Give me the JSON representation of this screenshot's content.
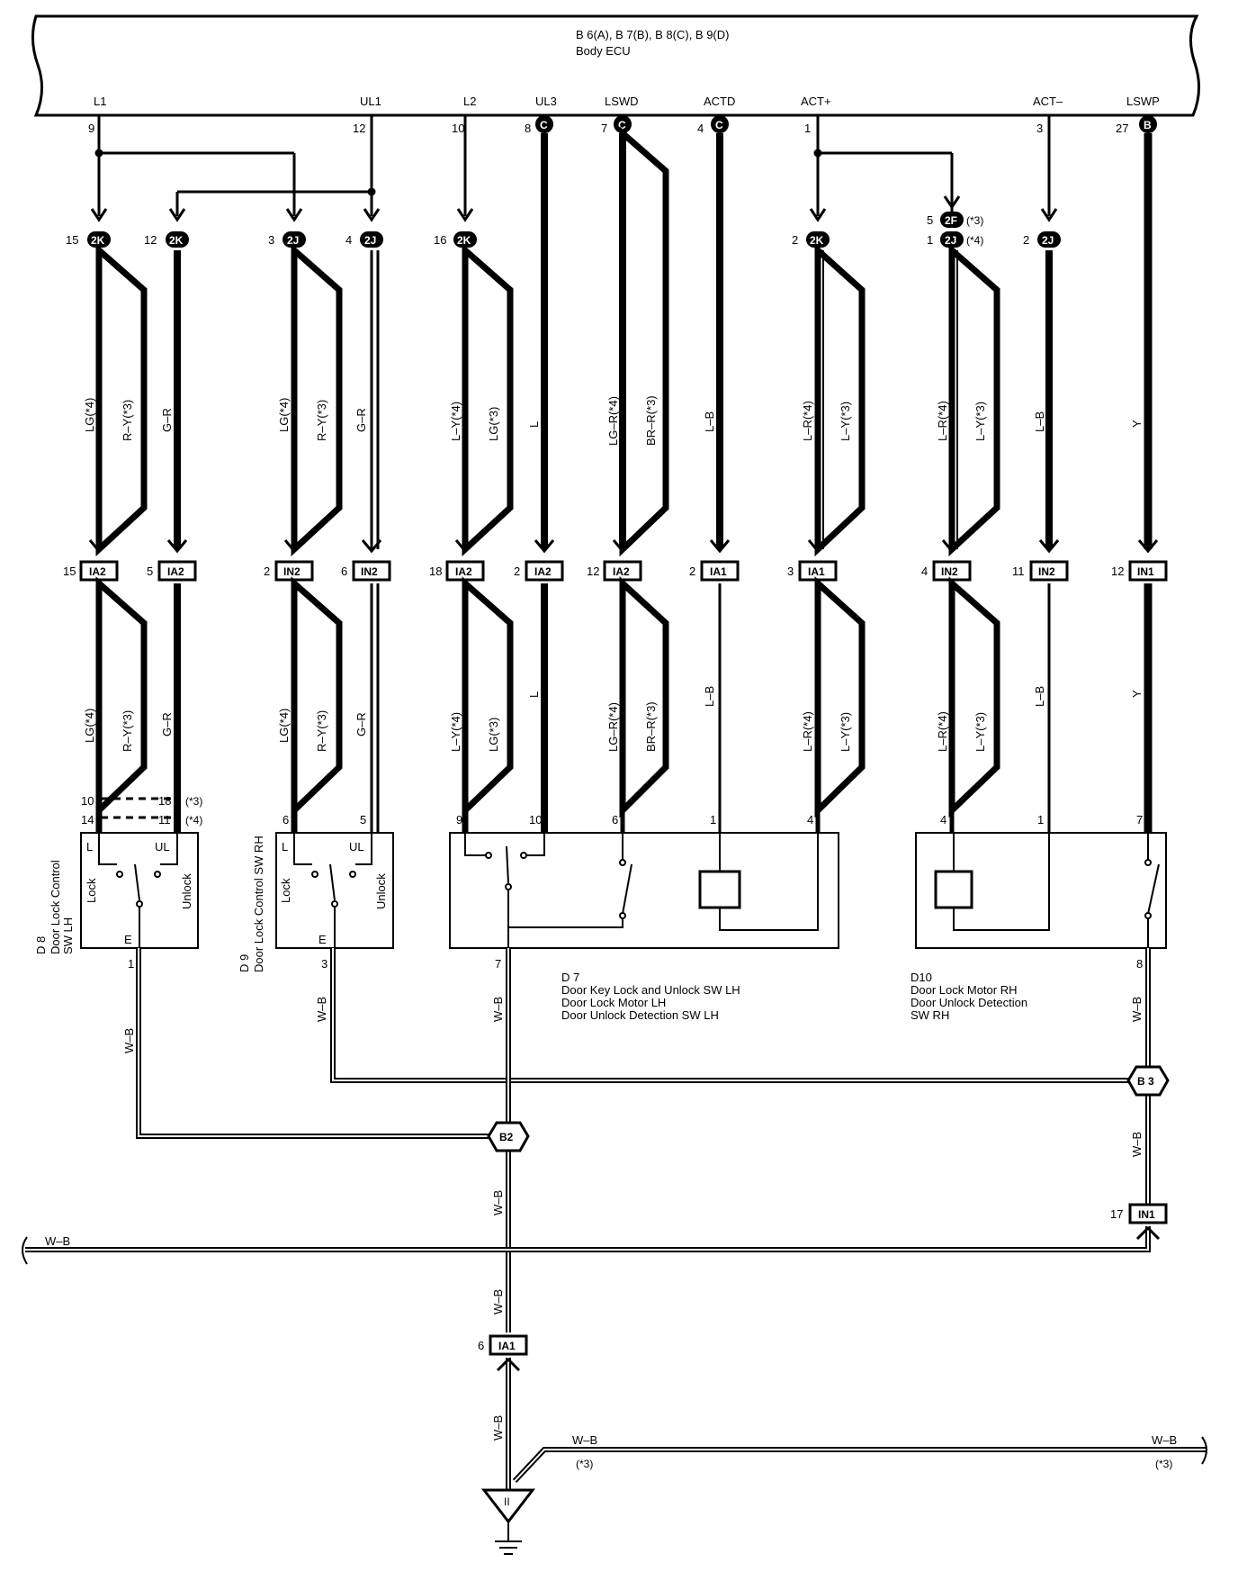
{
  "ecu": {
    "connectors": "B 6(A), B 7(B), B 8(C), B 9(D)",
    "name": "Body ECU",
    "terminals": [
      {
        "label": "L1",
        "pin": "9",
        "conn": ""
      },
      {
        "label": "UL1",
        "pin": "12",
        "conn": ""
      },
      {
        "label": "L2",
        "pin": "10",
        "conn": ""
      },
      {
        "label": "UL3",
        "pin": "8",
        "conn": "C"
      },
      {
        "label": "LSWD",
        "pin": "7",
        "conn": "C"
      },
      {
        "label": "ACTD",
        "pin": "4",
        "conn": "C"
      },
      {
        "label": "ACT+",
        "pin": "1",
        "conn": ""
      },
      {
        "label": "ACT–",
        "pin": "3",
        "conn": ""
      },
      {
        "label": "LSWP",
        "pin": "27",
        "conn": "B"
      }
    ]
  },
  "junctions_top": [
    {
      "pin": "15",
      "id": "2K"
    },
    {
      "pin": "12",
      "id": "2K"
    },
    {
      "pin": "3",
      "id": "2J"
    },
    {
      "pin": "4",
      "id": "2J"
    },
    {
      "pin": "16",
      "id": "2K"
    },
    {
      "pin": "2",
      "id": "2K"
    },
    {
      "pin": "5",
      "id": "2F",
      "note": "(*3)"
    },
    {
      "pin": "1",
      "id": "2J",
      "note": "(*4)"
    },
    {
      "pin": "2",
      "id": "2J"
    }
  ],
  "wire_colors_upper": [
    "LG(*4)",
    "R–Y(*3)",
    "G–R",
    "LG(*4)",
    "R–Y(*3)",
    "G–R",
    "L–Y(*4)",
    "LG(*3)",
    "L",
    "LG–R(*4)",
    "BR–R(*3)",
    "L–B",
    "L–R(*4)",
    "L–Y(*3)",
    "L–R(*4)",
    "L–Y(*3)",
    "L–B",
    "Y"
  ],
  "wire_colors_lower": [
    "LG(*4)",
    "R–Y(*3)",
    "G–R",
    "LG(*4)",
    "R–Y(*3)",
    "G–R",
    "L–Y(*4)",
    "LG(*3)",
    "L",
    "LG–R(*4)",
    "BR–R(*3)",
    "L–B",
    "L–R(*4)",
    "L–Y(*3)",
    "L–R(*4)",
    "L–Y(*3)",
    "L–B",
    "Y"
  ],
  "mid_connectors": [
    {
      "pin": "15",
      "id": "IA2"
    },
    {
      "pin": "5",
      "id": "IA2"
    },
    {
      "pin": "2",
      "id": "IN2"
    },
    {
      "pin": "6",
      "id": "IN2"
    },
    {
      "pin": "18",
      "id": "IA2"
    },
    {
      "pin": "2",
      "id": "IA2"
    },
    {
      "pin": "12",
      "id": "IA2"
    },
    {
      "pin": "2",
      "id": "IA1"
    },
    {
      "pin": "3",
      "id": "IA1"
    },
    {
      "pin": "4",
      "id": "IN2"
    },
    {
      "pin": "11",
      "id": "IN2"
    },
    {
      "pin": "12",
      "id": "IN1"
    }
  ],
  "d8": {
    "code": "D 8",
    "name_line1": "Door Lock Control",
    "name_line2": "SW LH",
    "pin_a": "10",
    "pin_a_alt": "18",
    "note_a": "(*3)",
    "pin_b": "14",
    "pin_b_alt": "11",
    "note_b": "(*4)",
    "term_l": "L",
    "term_ul": "UL",
    "lock": "Lock",
    "unlock": "Unlock",
    "term_e": "E",
    "ground_pin": "1"
  },
  "d9": {
    "code": "D 9",
    "name": "Door Lock Control SW RH",
    "pin_a": "6",
    "pin_b": "5",
    "term_l": "L",
    "term_ul": "UL",
    "lock": "Lock",
    "unlock": "Unlock",
    "term_e": "E",
    "ground_pin": "3"
  },
  "d7": {
    "code": "D 7",
    "line1": "Door Key Lock and Unlock SW LH",
    "line2": "Door Lock Motor LH",
    "line3": "Door Unlock Detection SW LH",
    "pins_top": [
      "9",
      "10",
      "6",
      "1",
      "4"
    ],
    "ground_pin": "7"
  },
  "d10": {
    "code": "D10",
    "line1": "Door Lock Motor RH",
    "line2": "Door Unlock Detection",
    "line3": "SW RH",
    "pins_top": [
      "4",
      "1",
      "7"
    ],
    "ground_pin": "8"
  },
  "ground": {
    "wb": "W–B",
    "b2": "B2",
    "b3": "B 3",
    "in1_pin": "17",
    "in1_id": "IN1",
    "ia1_pin": "6",
    "ia1_id": "IA1",
    "ground_id": "II",
    "note": "(*3)"
  }
}
